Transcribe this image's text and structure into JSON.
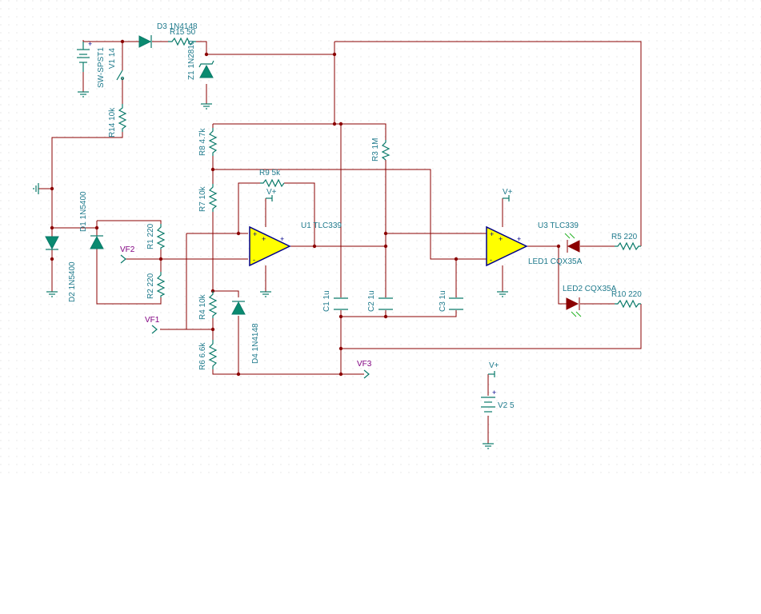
{
  "colors": {
    "wire": "#8b0000",
    "component": "#0a7a6a",
    "label": "#1f7a8c",
    "probe": "#800080",
    "opamp_fill": "#ffff00",
    "opamp_outline": "#00008b",
    "led": "#8b0000",
    "grid_dots": "#d8d8d8"
  },
  "components": {
    "d3": "D3 1N4148",
    "r15": "R15 50",
    "z1": "Z1 1N2810",
    "sw": "SW-SPST1",
    "v1": "V1 14",
    "r14": "R14 10k",
    "d1": "D1 1N5400",
    "d2": "D2 1N5400",
    "r1": "R1 220",
    "r2": "R2 220",
    "r8": "R8 4.7k",
    "r7": "R7 10k",
    "r4": "R4 10k",
    "r6": "R6 6.6k",
    "r9": "R9 5k",
    "r3": "R3 1M",
    "d4": "D4 1N4148",
    "u1": "U1 TLC339",
    "u3": "U3 TLC339",
    "c1": "C1 1u",
    "c2": "C2 1u",
    "c3": "C3 1u",
    "led1": "LED1 CQX35A",
    "led2": "LED2 CQX35A",
    "r5": "R5 220",
    "r10": "R10 220",
    "v2": "V2 5"
  },
  "supplies": {
    "vplus_u1": "V+",
    "vplus_u3": "V+",
    "vplus_v2": "V+"
  },
  "probes": {
    "vf1": "VF1",
    "vf2": "VF2",
    "vf3": "VF3"
  },
  "pin_marks": {
    "plus": "+",
    "minus": "-"
  }
}
